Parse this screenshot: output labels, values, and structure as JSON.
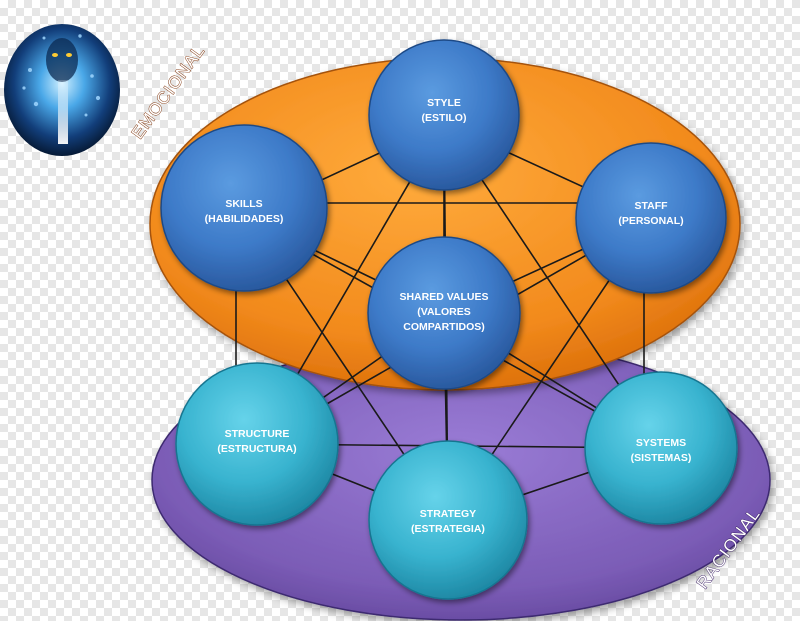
{
  "regions": {
    "emotional": {
      "label": "EMOCIONAL",
      "color": "#f28a1c"
    },
    "rational": {
      "label": "RACIONAL",
      "color": "#7b5cb6"
    }
  },
  "nodes": {
    "style": {
      "line1": "STYLE",
      "line2": "(ESTILO)",
      "line3": ""
    },
    "skills": {
      "line1": "SKILLS",
      "line2": "(HABILIDADES)",
      "line3": ""
    },
    "staff": {
      "line1": "STAFF",
      "line2": "(PERSONAL)",
      "line3": ""
    },
    "shared_values": {
      "line1": "SHARED VALUES",
      "line2": "(VALORES",
      "line3": "COMPARTIDOS)"
    },
    "structure": {
      "line1": "STRUCTURE",
      "line2": "(ESTRUCTURA)",
      "line3": ""
    },
    "systems": {
      "line1": "SYSTEMS",
      "line2": "(SISTEMAS)",
      "line3": ""
    },
    "strategy": {
      "line1": "STRATEGY",
      "line2": "(ESTRATEGIA)",
      "line3": ""
    }
  },
  "colors": {
    "soft_node": "#3d7ac8",
    "hard_node": "#38b3cf",
    "connector": "#1a1a1a"
  }
}
